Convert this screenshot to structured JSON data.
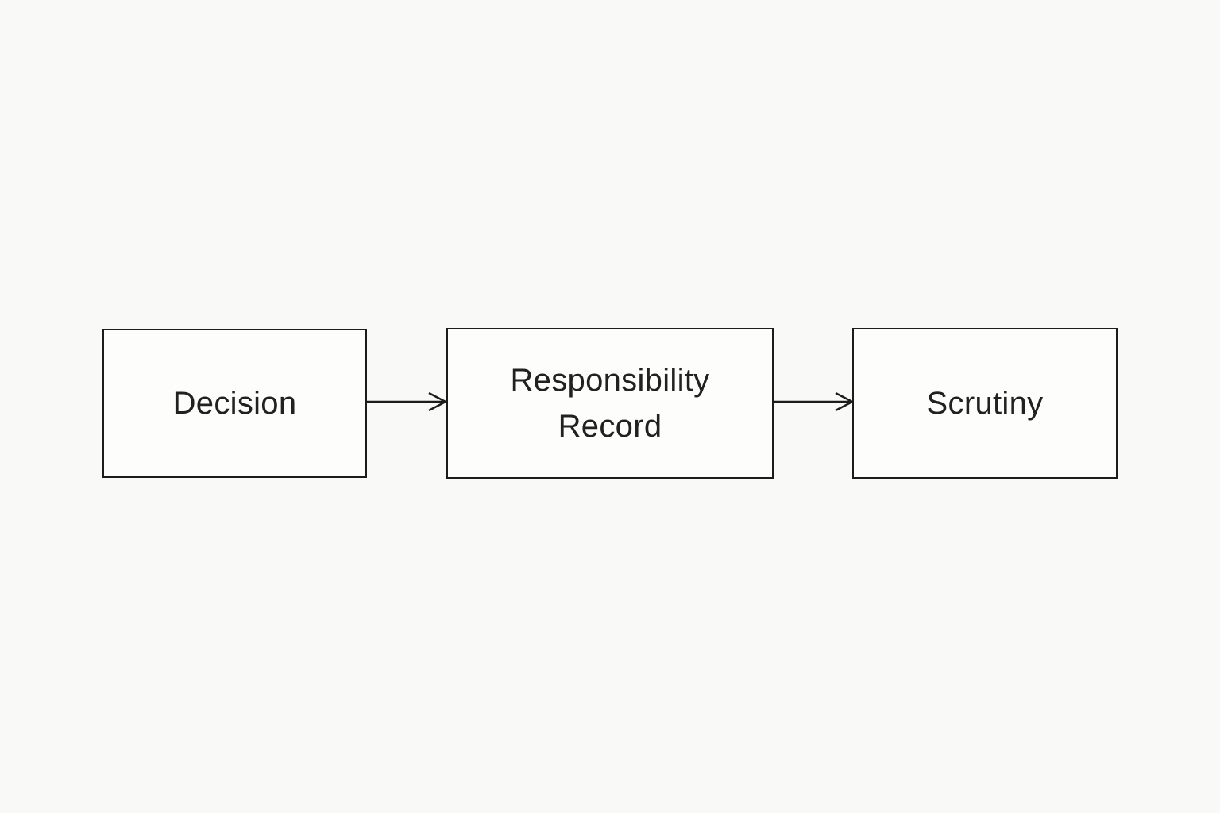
{
  "diagram": {
    "type": "flowchart",
    "direction": "left-to-right",
    "nodes": [
      {
        "id": "decision",
        "label": "Decision"
      },
      {
        "id": "responsibility-record",
        "label": "Responsibility Record"
      },
      {
        "id": "scrutiny",
        "label": "Scrutiny"
      }
    ],
    "edges": [
      {
        "from": "Decision",
        "to": "Responsibility Record",
        "style": "arrow-right"
      },
      {
        "from": "Responsibility Record",
        "to": "Scrutiny",
        "style": "arrow-right"
      }
    ],
    "colors": {
      "background": "#f9f9f8",
      "node_fill": "#fdfdfc",
      "node_border": "#1c1c1c",
      "text": "#212121",
      "arrow": "#1c1c1c"
    }
  }
}
